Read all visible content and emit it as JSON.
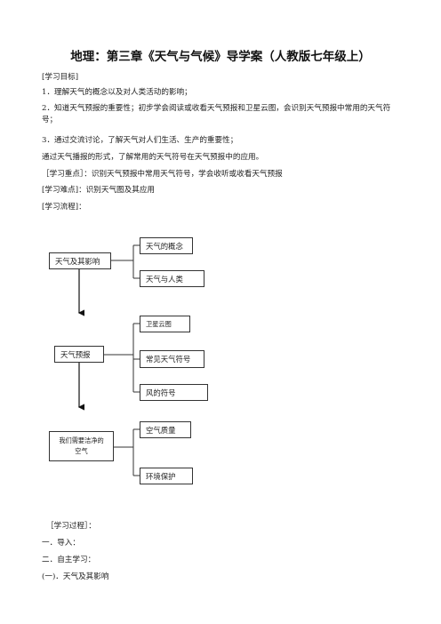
{
  "doc": {
    "title": "地理：第三章《天气与气候》导学案（人教版七年级上）",
    "objectives_header": "[学习目标]",
    "obj1": "1．理解天气的概念以及对人类活动的影响；",
    "obj2": "2．知道天气预报的重要性；初步学会阅读或收看天气预报和卫星云图，会识别天气预报中常用的天气符号；",
    "obj3": "3．通过交流讨论，了解天气对人们生活、生产的重要性；",
    "obj4": "通过天气播报的形式，了解常用的天气符号在天气预报中的应用。",
    "key_point": "［学习重点］：识别天气预报中常用天气符号，学会收听或收看天气预报",
    "difficulty": "[学习难点]：识别天气图及其应用",
    "flow_header": "[学习流程]：",
    "process_header": "［学习过程］：",
    "section1": "一．导入：",
    "section2": "二．自主学习：",
    "subsection1": "(一)．天气及其影响"
  },
  "diagram": {
    "node_weather_impact": "天气及其影响",
    "node_weather_concept": "天气的概念",
    "node_weather_human": "天气与人类",
    "node_forecast": "天气预报",
    "node_satellite": "卫星云图",
    "node_symbols": "常见天气符号",
    "node_wind": "风的符号",
    "node_clean_air": "我们需要洁净的空气",
    "node_air_quality": "空气质量",
    "node_env": "环境保护"
  }
}
